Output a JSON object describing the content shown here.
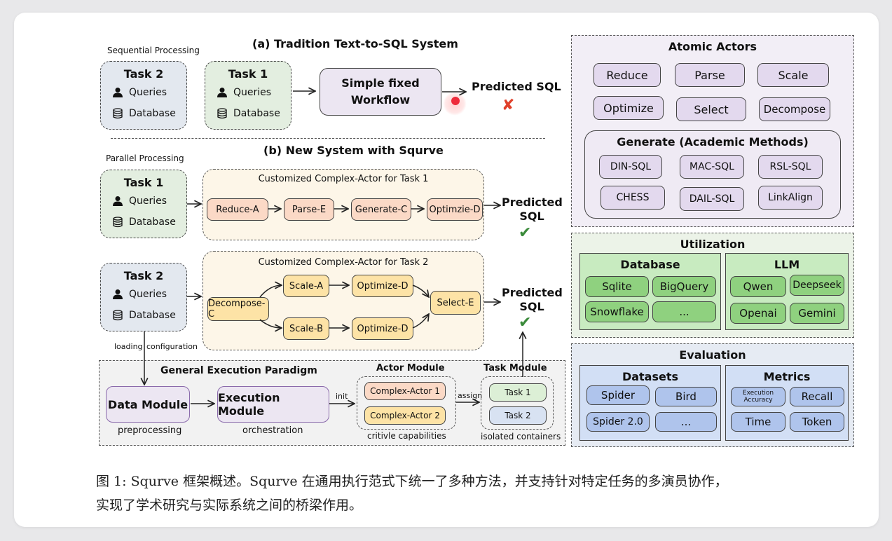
{
  "section_a": {
    "title": "(a)  Tradition Text-to-SQL System",
    "processing_label": "Sequential Processing",
    "task2": {
      "title": "Task 2",
      "queries": "Queries",
      "database": "Database"
    },
    "task1": {
      "title": "Task 1",
      "queries": "Queries",
      "database": "Database"
    },
    "workflow": "Simple fixed\nWorkflow",
    "output": "Predicted SQL",
    "result_icon": "cross-icon"
  },
  "section_b": {
    "title": "(b)  New System with Squrve",
    "processing_label": "Parallel Processing",
    "task1": {
      "title": "Task 1",
      "queries": "Queries",
      "database": "Database"
    },
    "task2": {
      "title": "Task 2",
      "queries": "Queries",
      "database": "Database"
    },
    "actor1": {
      "title": "Customized Complex-Actor for Task 1",
      "steps": [
        "Reduce-A",
        "Parse-E",
        "Generate-C",
        "Optimzie-D"
      ]
    },
    "actor2": {
      "title": "Customized Complex-Actor for Task 2",
      "start": "Decompose-C",
      "upper": [
        "Scale-A",
        "Optimize-D"
      ],
      "lower": [
        "Scale-B",
        "Optimize-D"
      ],
      "end": "Select-E"
    },
    "output1": "Predicted\nSQL",
    "output2": "Predicted\nSQL",
    "result_icon": "check-icon",
    "loading_label": "loading",
    "config_label": "configuration"
  },
  "paradigm": {
    "title": "General Execution Paradigm",
    "data_module": "Data Module",
    "data_sub": "preprocessing",
    "exec_module": "Execution Module",
    "exec_sub": "orchestration",
    "init_label": "init",
    "actor_module_title": "Actor Module",
    "actors": [
      "Complex-Actor 1",
      "Complex-Actor 2"
    ],
    "actor_sub": "critivle capabilities",
    "assign_label": "assign",
    "task_module_title": "Task Module",
    "tasks": [
      "Task 1",
      "Task 2"
    ],
    "task_sub": "isolated containers"
  },
  "atomic": {
    "title": "Atomic Actors",
    "row1": [
      "Reduce",
      "Parse",
      "Scale"
    ],
    "row2": [
      "Optimize",
      "Select",
      "Decompose"
    ],
    "generate_title": "Generate (Academic Methods)",
    "methods_row1": [
      "DIN-SQL",
      "MAC-SQL",
      "RSL-SQL"
    ],
    "methods_row2": [
      "CHESS",
      "DAIL-SQL",
      "LinkAlign"
    ]
  },
  "utilization": {
    "title": "Utilization",
    "database_title": "Database",
    "databases": [
      "Sqlite",
      "BigQuery",
      "Snowflake",
      "..."
    ],
    "llm_title": "LLM",
    "llms": [
      "Qwen",
      "Deepseek",
      "Openai",
      "Gemini"
    ]
  },
  "evaluation": {
    "title": "Evaluation",
    "datasets_title": "Datasets",
    "datasets": [
      "Spider",
      "Bird",
      "Spider 2.0",
      "..."
    ],
    "metrics_title": "Metrics",
    "metrics": [
      "Execution\nAccuracy",
      "Recall",
      "Time",
      "Token"
    ]
  },
  "caption": {
    "line1": "图 1: Squrve 框架概述。Squrve 在通用执行范式下统一了多种方法，并支持针对特定任务的多演员协作，",
    "line2": "实现了学术研究与实际系统之间的桥梁作用。"
  },
  "colors": {
    "task_a2": "#e3e8ef",
    "task_a1": "#e3eee0",
    "workflow": "#ece6f2",
    "actor_bg": "#fdf6e8",
    "step_peach": "#fbd9c6",
    "step_yellow": "#fde3a6",
    "purple": "#e3d9ee",
    "green": "#8fd17f",
    "blue": "#afc4ec",
    "cross": "#e0402a",
    "check": "#3a8a3a"
  }
}
